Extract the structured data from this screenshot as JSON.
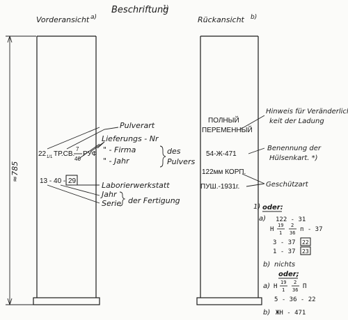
{
  "header": {
    "title": "Beschriftung",
    "title_ref": "1)",
    "front_view": "Vorderansicht",
    "front_ref": "a)",
    "back_view": "Rückansicht",
    "back_ref": "b)"
  },
  "dimension": {
    "value": "≈785"
  },
  "front_markings": {
    "line1_prefix": "22",
    "line1_sub": "1/1",
    "line1_main": "ТР.СВ.",
    "line1_frac_num": "7",
    "line1_frac_den": "40",
    "line1_suffix": "РУФ",
    "line2_left": "13 - 40 -",
    "line2_boxed": "29"
  },
  "front_labels": {
    "pulverart": "Pulverart",
    "lieferungs_nr": "Lieferungs - Nr",
    "firma": "\" - Firma",
    "jahr_pulver": "\" - Jahr",
    "des": "des",
    "pulvers": "Pulvers",
    "laborierwerkstatt": "Laborierwerkstatt",
    "jahr": "Jahr",
    "serie": "Serie",
    "der_fertigung": "der Fertigung"
  },
  "back_markings": {
    "line1": "ПОЛНЫЙ",
    "line2": "ПЕРЕМЕННЫЙ",
    "line3": "54-Ж-471",
    "line4": "122мм КОРП.",
    "line5": "ПУШ.-1931г."
  },
  "back_labels": {
    "hinweis_1": "Hinweis für Veränderlich-",
    "hinweis_2": "keit der Ladung",
    "benennung_1": "Benennung der",
    "benennung_2": "Hülsenkart. *)",
    "geschuetzart": "Geschützart"
  },
  "footnote": {
    "marker": "1)",
    "oder": "oder:",
    "a1_label": "a)",
    "a1_line1": "122 - 31",
    "a1_line2_prefix": "Н",
    "a1_frac1_num": "19",
    "a1_frac1_den": "1",
    "a1_frac2_num": "2",
    "a1_frac2_den": "36",
    "a1_line2_suffix": "п - 37",
    "a1_line3": "3 - 37",
    "a1_line3_box": "22",
    "a1_line4": "1 - 37",
    "a1_line4_box": "23",
    "b1_label": "b)",
    "b1_text": "nichts",
    "oder2": "oder;",
    "a2_label": "a)",
    "a2_prefix": "Н",
    "a2_frac1_num": "19",
    "a2_frac1_den": "1",
    "a2_frac2_num": "2",
    "a2_frac2_den": "36",
    "a2_suffix": "П",
    "a2_line2": "5 - 36 - 22",
    "b2_label": "b)",
    "b2_text": "ЖН - 471"
  }
}
